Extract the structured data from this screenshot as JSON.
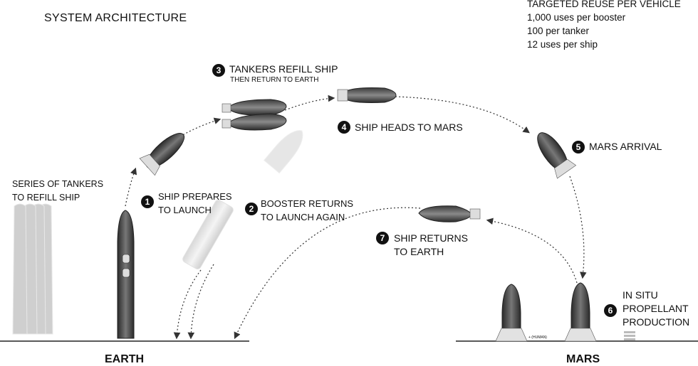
{
  "title": "SYSTEM ARCHITECTURE",
  "reuse": {
    "heading": "TARGETED REUSE PER VEHICLE",
    "lines": [
      "1,000 uses per booster",
      "100 per tanker",
      "12 uses per ship"
    ]
  },
  "tankers_label": [
    "SERIES OF TANKERS",
    "TO REFILL SHIP"
  ],
  "steps": [
    {
      "num": "1",
      "lines": [
        "SHIP PREPARES",
        "TO LAUNCH"
      ]
    },
    {
      "num": "2",
      "lines": [
        "BOOSTER RETURNS",
        "TO LAUNCH AGAIN"
      ]
    },
    {
      "num": "3",
      "lines": [
        "TANKERS REFILL SHIP"
      ],
      "sub": "THEN RETURN TO EARTH"
    },
    {
      "num": "4",
      "lines": [
        "SHIP HEADS TO MARS"
      ]
    },
    {
      "num": "5",
      "lines": [
        "MARS ARRIVAL"
      ]
    },
    {
      "num": "6",
      "lines": [
        "IN SITU",
        "PROPELLANT",
        "PRODUCTION"
      ]
    },
    {
      "num": "7",
      "lines": [
        "SHIP RETURNS",
        "TO EARTH"
      ]
    }
  ],
  "humans_label": "+ (HUMAN)",
  "ground": {
    "earth": "EARTH",
    "mars": "MARS"
  }
}
